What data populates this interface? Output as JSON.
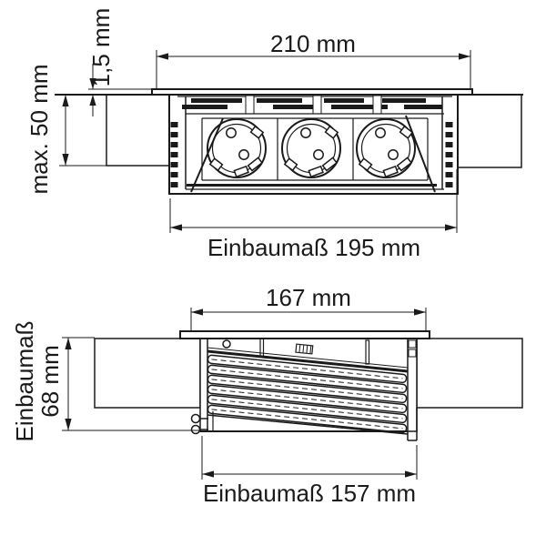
{
  "drawing": {
    "top_view": {
      "width_label": "210 mm",
      "lip_height_label": "1,5 mm",
      "max_depth_label": "max. 50 mm",
      "cutout_label": "Einbaumaß 195 mm"
    },
    "bottom_view": {
      "width_label": "167 mm",
      "depth_label_line1": "Einbaumaß",
      "depth_label_line2": "68 mm",
      "cutout_label": "Einbaumaß 157 mm"
    },
    "colors": {
      "line": "#1a1a1a",
      "background": "#ffffff"
    }
  }
}
